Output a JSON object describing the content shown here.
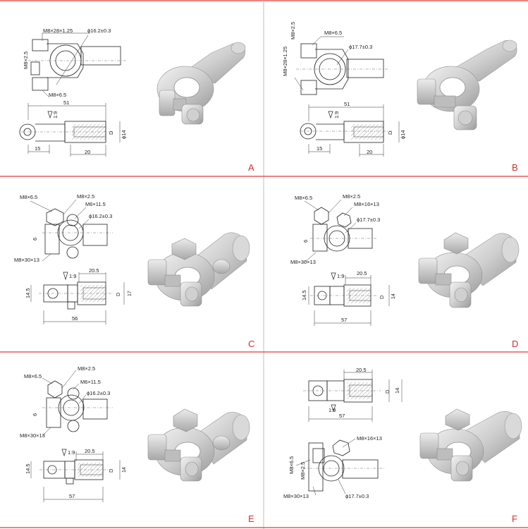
{
  "colors": {
    "divider": "#e53935",
    "letter": "#d32f2f",
    "metal_light": "#e6e6e6",
    "metal_mid": "#bdbdbd",
    "metal_dark": "#8e8e8e"
  },
  "panels": {
    "A": {
      "letter": "A",
      "labels": {
        "bolt_thread": "M8×28×1.25",
        "bore": "ϕ16.2±0.3",
        "side_thread": "M8×2.5",
        "nut": "M8×6.5",
        "length": "51",
        "taper": "1:9",
        "left_len": "15",
        "bore_len": "20",
        "bore_d": "D",
        "dia": "ϕ14"
      }
    },
    "B": {
      "letter": "B",
      "labels": {
        "side_thread": "M8×2.5",
        "nut": "M8×6.5",
        "bore": "ϕ17.7±0.3",
        "bolt_thread": "M8×28×1.25",
        "length": "51",
        "taper": "1:9",
        "left_len": "15",
        "bore_len": "20",
        "bore_d": "D",
        "dia": "ϕ14"
      }
    },
    "C": {
      "letter": "C",
      "labels": {
        "nut": "M8×6.5",
        "side_thread": "M8×2.5",
        "stud": "M6×11.5",
        "bore": "ϕ16.2±0.3",
        "width": "6",
        "bolt": "M8×30×13",
        "taper": "1:9",
        "bore_len": "20.5",
        "height": "14.5",
        "bore_d": "D",
        "dia": "17",
        "length": "56"
      }
    },
    "D": {
      "letter": "D",
      "labels": {
        "nut": "M8×6.5",
        "side_thread": "M8×2.5",
        "stud": "M8×16×13",
        "bore": "ϕ17.7±0.3",
        "width": "6",
        "bolt": "M8×30×13",
        "taper": "1:9",
        "bore_len": "20.5",
        "height": "14.5",
        "bore_d": "D",
        "dia": "14",
        "length": "57"
      }
    },
    "E": {
      "letter": "E",
      "labels": {
        "side_thread": "M8×2.5",
        "nut": "M8×6.5",
        "stud": "M6×11.5",
        "bore": "ϕ16.2±0.3",
        "width": "6",
        "bolt": "M8×30×13",
        "taper": "1:9",
        "bore_len": "20.5",
        "height": "14.5",
        "bore_d": "D",
        "dia": "14",
        "length": "57"
      }
    },
    "F": {
      "letter": "F",
      "labels": {
        "bore_len": "20.5",
        "bore_d": "D",
        "dia": "14",
        "taper": "1:9",
        "length": "57",
        "stud": "M8×16×13",
        "nut": "M8×6.5",
        "side_thread": "M8×2.5",
        "bolt": "M8×30×13",
        "bore": "ϕ17.7±0.3"
      }
    }
  }
}
